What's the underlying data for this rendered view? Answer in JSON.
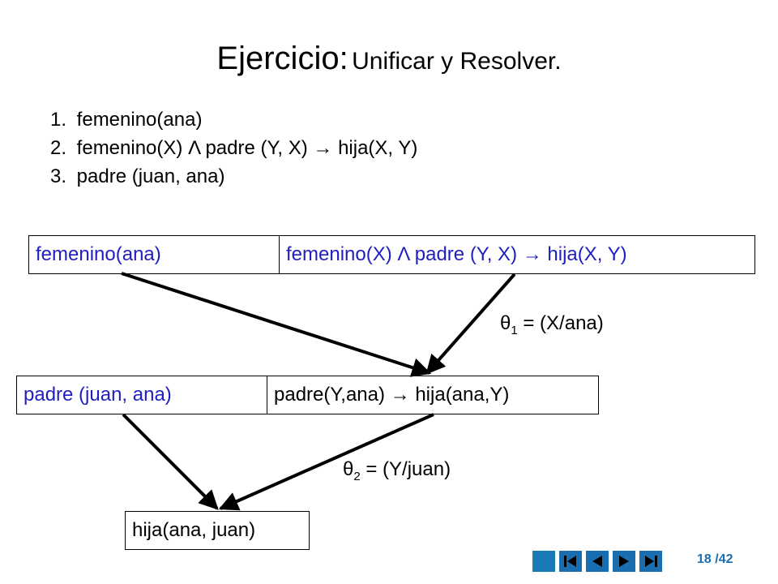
{
  "title": {
    "main": "Ejercicio:",
    "sub": "Unificar y Resolver."
  },
  "rules": [
    {
      "num": "1.",
      "text": "femenino(ana)"
    },
    {
      "num": "2.",
      "text": "femenino(X) Λ padre (Y, X) → hija(X, Y)"
    },
    {
      "num": "3.",
      "text": "padre (juan, ana)"
    }
  ],
  "boxes": {
    "b1": "femenino(ana)",
    "b2": "femenino(X) Λ padre (Y, X) → hija(X, Y)",
    "b3": "padre (juan, ana)",
    "b4": "padre(Y,ana) → hija(ana,Y)",
    "b5": "hija(ana, juan)"
  },
  "substitutions": {
    "t1": {
      "symbol": "θ",
      "index": "1",
      "text": " = (X/ana)"
    },
    "t2": {
      "symbol": "θ",
      "index": "2",
      "text": " = (Y/juan)"
    }
  },
  "colors": {
    "box_text": "#1f1fc0",
    "nav": "#1a6eb0",
    "arrow": "#000000"
  },
  "navigation": {
    "page": "18",
    "total": "/42",
    "buttons": [
      "blank",
      "first-icon",
      "prev-icon",
      "next-icon",
      "last-icon"
    ]
  }
}
